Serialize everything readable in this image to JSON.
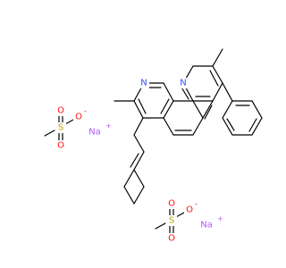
{
  "molecule": {
    "atom_labels": {
      "nitrogen": "N",
      "sulfur": "S",
      "oxygen": "O",
      "sodium": "Na"
    },
    "charges": {
      "negative": "-",
      "positive": "+"
    },
    "colors": {
      "nitrogen": "#3050f8",
      "sulfur": "#b8a012",
      "oxygen": "#ff0d0d",
      "sodium": "#ab5cf2",
      "bond": "#000000"
    }
  }
}
